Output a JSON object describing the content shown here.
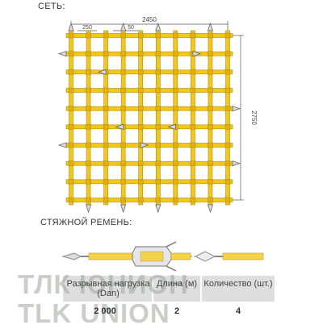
{
  "net": {
    "title": "СЕТЬ:",
    "dim_width": "2450",
    "dim_cell": "250",
    "dim_small": "50",
    "dim_height": "2750"
  },
  "strap": {
    "title": "СТЯЖНОЙ РЕМЕНЬ:"
  },
  "watermark": {
    "ru": "ТЛК ЮНИОН",
    "en": "TLK UNION"
  },
  "table": {
    "headers": [
      "Разрывная нагрузка (Dan)",
      "Длина (м)",
      "Количество (шт.)"
    ],
    "values": [
      "2 000",
      "2",
      "4"
    ]
  },
  "colors": {
    "net_yellow": "#f2c81c",
    "net_outline": "#b08a10",
    "strap_yellow": "#f4d24a",
    "hook_gray": "#888888",
    "table_header": "#d8d8d8"
  }
}
